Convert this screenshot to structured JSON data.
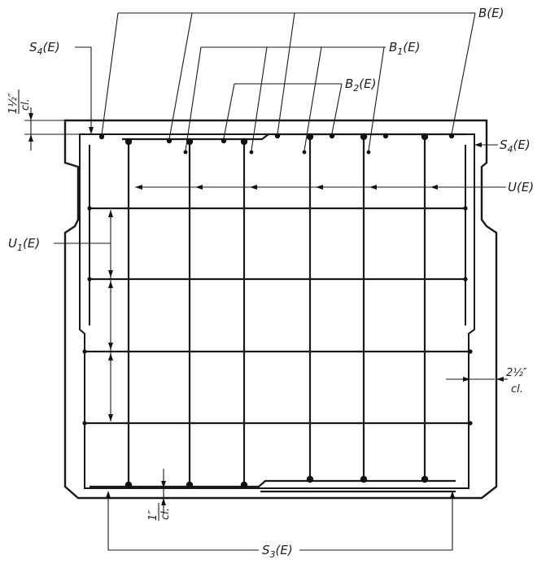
{
  "labels": {
    "b": "B",
    "b_suffix": "(E)",
    "b1": "B",
    "b1_sub": "1",
    "b1_suffix": "(E)",
    "b2": "B",
    "b2_sub": "2",
    "b2_suffix": "(E)",
    "s4_left": "S",
    "s4_left_sub": "4",
    "s4_left_suffix": "(E)",
    "s4_right": "S",
    "s4_right_sub": "4",
    "s4_right_suffix": "(E)",
    "u": "U(E)",
    "u1": "U",
    "u1_sub": "1",
    "u1_suffix": "(E)",
    "s3": "S",
    "s3_sub": "3",
    "s3_suffix": "(E)"
  },
  "clearances": {
    "top_value": "1½″",
    "top_unit": "cl.",
    "side_value": "2½″",
    "side_unit": "cl.",
    "bottom_value": "1″",
    "bottom_unit": "cl."
  }
}
